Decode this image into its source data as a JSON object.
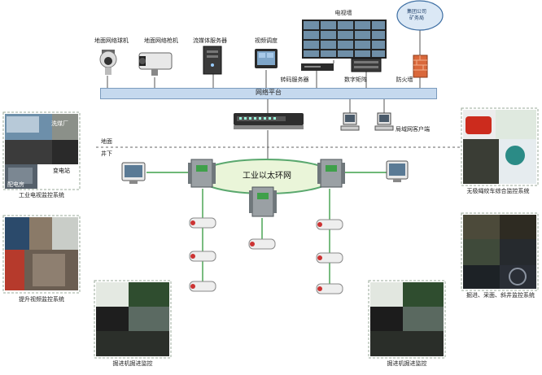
{
  "top": {
    "video_wall": "电视墙",
    "group_company": "集团公司\n矿务局",
    "cameras": [
      {
        "label": "地面网络球机"
      },
      {
        "label": "地面网络枪机"
      },
      {
        "label": "流媒体服务器"
      },
      {
        "label": "视频调度"
      },
      {
        "label": "转码服务器"
      },
      {
        "label": "数字矩阵"
      },
      {
        "label": "防火墙"
      }
    ],
    "platform": "网络平台",
    "remote_client": "局域网客户端"
  },
  "divider": {
    "above": "地面",
    "below": "井下"
  },
  "ring": "工业以太环网",
  "left_panels": {
    "industrial_tv": {
      "title": "工业电视监控系统",
      "captions": [
        "洗煤厂",
        "变电站",
        "配电房"
      ]
    },
    "hoist": {
      "title": "提升视频监控系统"
    }
  },
  "right_panels": {
    "rope": {
      "title": "无极绳绞车综合监控系统"
    },
    "tunnel": {
      "title": "掘进、采面、斜井监控系统"
    }
  },
  "bottom": {
    "left_title": "掘进机掘进监控",
    "right_title": "掘进机掘进监控"
  },
  "colors": {
    "platform_bar": "#c5d9ee",
    "ring_fill": "#eaf5d9",
    "ring_stroke": "#5aa86e",
    "link_green": "#3fa04a",
    "panel_border": "#9aa89a"
  }
}
